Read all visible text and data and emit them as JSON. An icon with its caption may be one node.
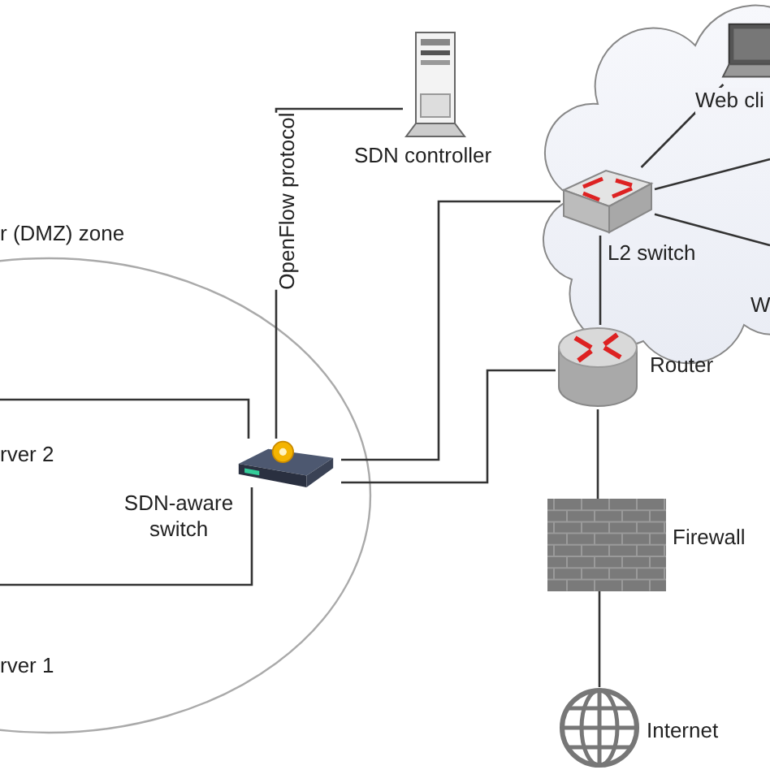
{
  "diagram": {
    "nodes": [
      {
        "text": [
          "r (DMZ) zone"
        ]
      },
      {
        "text": [
          "SDN-aware switch"
        ],
        "in": 0
      },
      {
        "text": [
          "SDN controller"
        ]
      },
      {
        "text": [],
        "shape": "cloud"
      },
      {
        "text": [
          "L2 switch"
        ],
        "in": 3
      },
      {
        "text": [
          "Web cli"
        ],
        "in": 3
      },
      {
        "text": [
          "Router"
        ]
      },
      {
        "text": [
          "Firewall"
        ]
      },
      {
        "text": [
          "Internet"
        ]
      }
    ],
    "edges": [
      {
        "from": 2,
        "to": 1,
        "arrow": "none",
        "label": "OpenFlow protocol"
      },
      {
        "from": 1,
        "to": 4,
        "arrow": "none"
      },
      {
        "from": 1,
        "to": 6,
        "arrow": "none"
      },
      {
        "from": 4,
        "to": 6,
        "arrow": "none"
      },
      {
        "from": 4,
        "to": 5,
        "arrow": "none"
      },
      {
        "from": 4,
        "to": null,
        "arrow": "none"
      },
      {
        "from": 4,
        "to": null,
        "arrow": "none"
      },
      {
        "from": 6,
        "to": 7,
        "arrow": "none"
      },
      {
        "from": 7,
        "to": 8,
        "arrow": "none"
      },
      {
        "from": null,
        "to": 1,
        "arrow": "none"
      },
      {
        "from": null,
        "to": 1,
        "arrow": "none"
      }
    ],
    "labels": [
      "rver 2",
      "rver 1",
      "W"
    ]
  }
}
